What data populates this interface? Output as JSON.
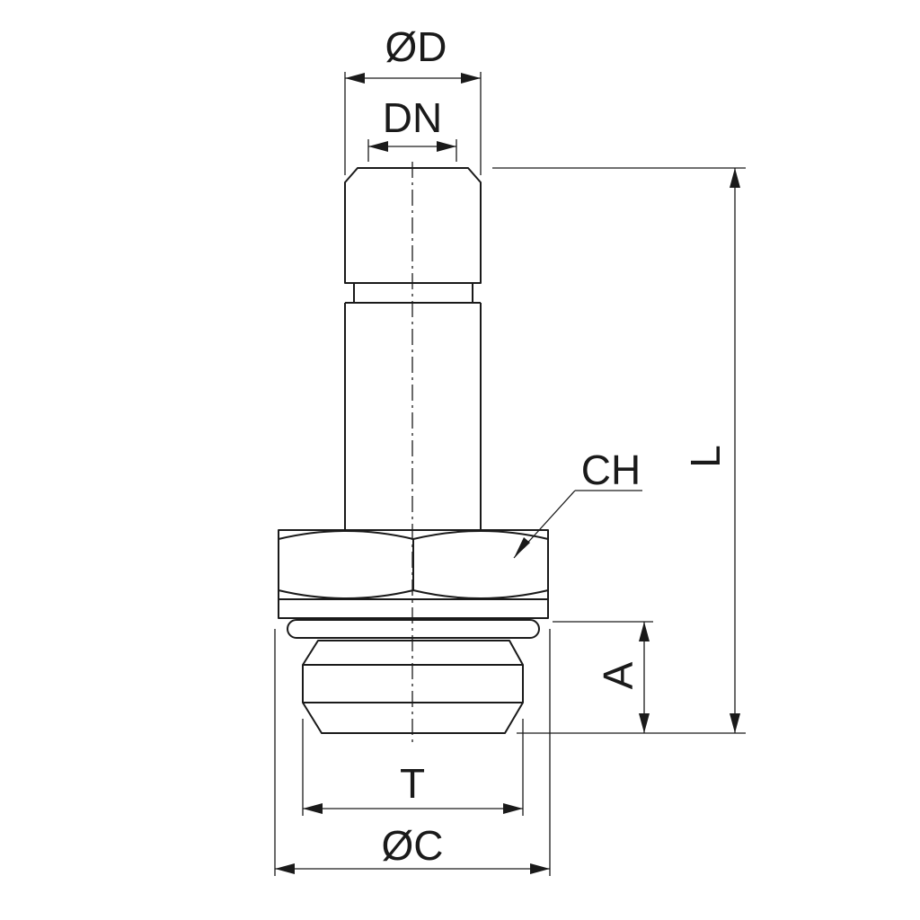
{
  "drawing": {
    "labels": {
      "od": "ØD",
      "dn": "DN",
      "ch": "CH",
      "l": "L",
      "a": "A",
      "t": "T",
      "oc": "ØC"
    }
  }
}
